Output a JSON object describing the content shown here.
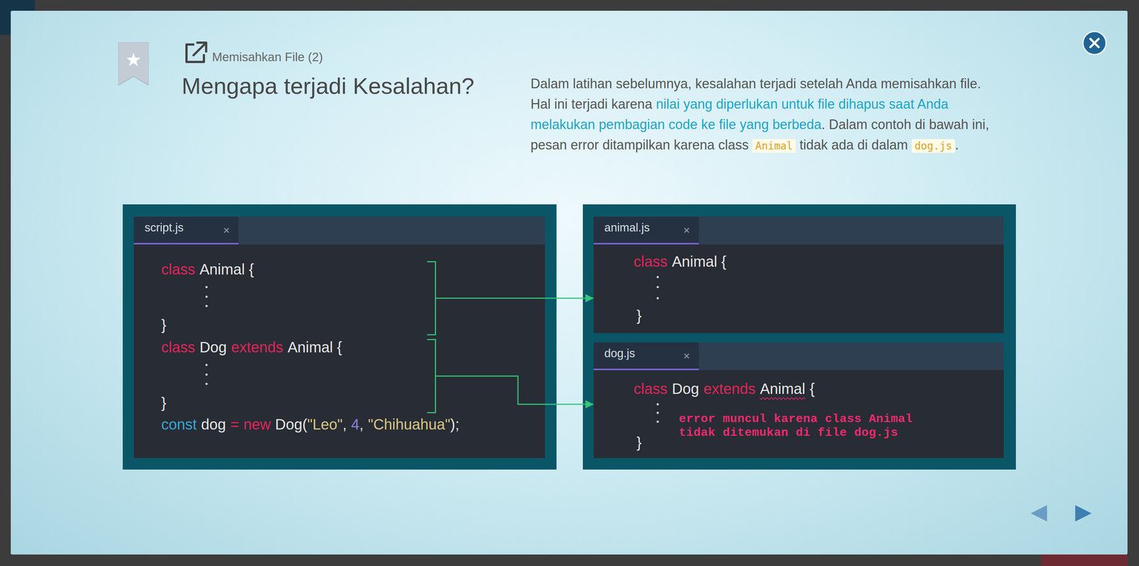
{
  "diagram": {
    "title": "Mengapa terjadi Kesalahan?",
    "nodes": [
      {
        "text": [
          "script.js",
          "const",
          "dog",
          "=",
          "new",
          "Dog(",
          "\"Leo\"",
          ",",
          "4",
          ",",
          "\"Chihuahua\"",
          ");"
        ]
      },
      {
        "text": [
          "class",
          "Animal {",
          "}"
        ],
        "in": 0
      },
      {
        "text": [
          "class",
          "Dog",
          "extends",
          "Animal {",
          "}"
        ],
        "in": 0
      },
      {
        "text": [
          "animal.js",
          "class",
          "Animal {",
          "}"
        ]
      },
      {
        "text": [
          "dog.js",
          "class",
          "Dog",
          "extends",
          "Animal",
          "{",
          "}",
          "error muncul karena class Animal tidak ditemukan di file dog.js"
        ]
      }
    ],
    "edges": [
      {
        "from": 1,
        "to": 3,
        "arrow": "to"
      },
      {
        "from": 2,
        "to": 4,
        "arrow": "to"
      }
    ],
    "labels": [
      "Memisahkan File (2)",
      "Dalam latihan sebelumnya, kesalahan terjadi setelah Anda memisahkan file. Hal ini terjadi karena",
      "nilai yang diperlukan untuk file dihapus saat Anda melakukan pembagian code ke file yang berbeda",
      ". Dalam contoh di bawah ini, pesan error ditampilkan karena class",
      "Animal",
      "tidak ada di dalam",
      "dog.js",
      "."
    ]
  }
}
